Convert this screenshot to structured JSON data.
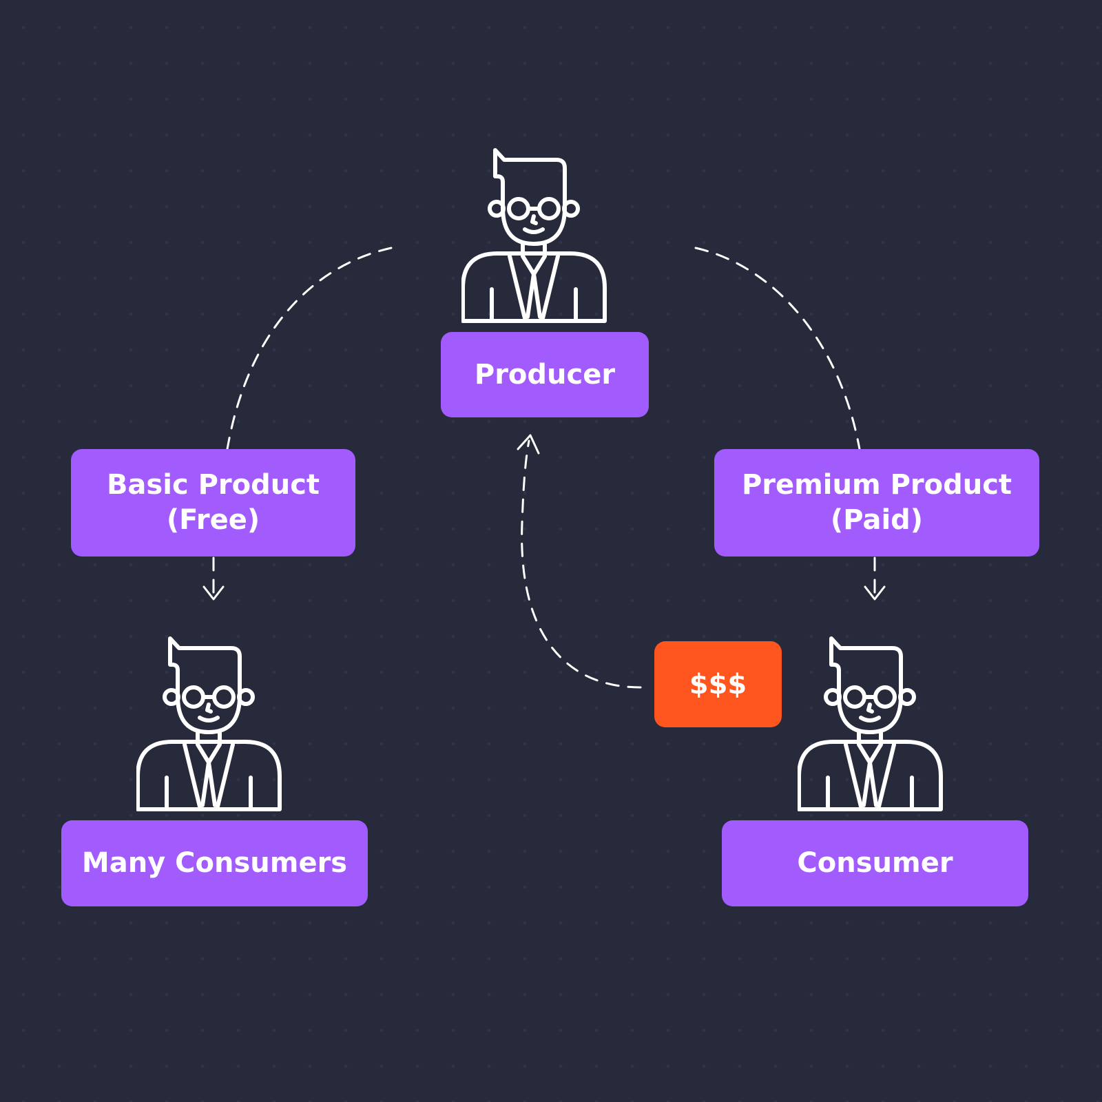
{
  "colors": {
    "background": "#272a3a",
    "node_fill": "#a25bfd",
    "payment_fill": "#ff5620",
    "text": "#ffffff",
    "connector": "#ffffff"
  },
  "nodes": {
    "producer": {
      "label": "Producer",
      "icon": "businessman-icon"
    },
    "many_consumers": {
      "label": "Many Consumers",
      "icon": "businessman-icon"
    },
    "consumer": {
      "label": "Consumer",
      "icon": "businessman-icon"
    }
  },
  "products": {
    "basic": {
      "line1": "Basic Product",
      "line2": "(Free)"
    },
    "premium": {
      "line1": "Premium Product",
      "line2": "(Paid)"
    }
  },
  "payment": {
    "label": "$$$"
  }
}
